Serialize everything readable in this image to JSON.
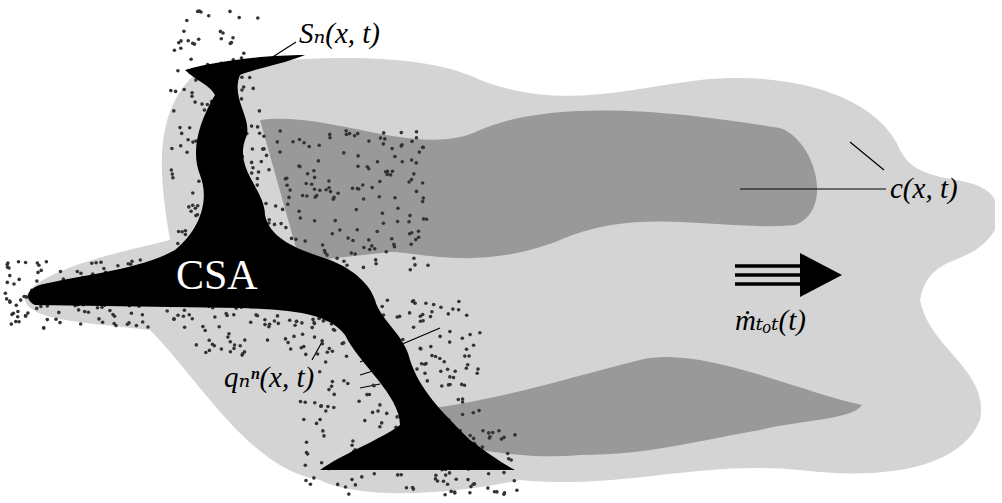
{
  "diagram": {
    "nodes": [
      {
        "text": [
          "CSA"
        ]
      }
    ],
    "labels": [
      "Sₙ(x, t)",
      "c(x, t)",
      "qₙⁿ(x, t)",
      "ṁₜₒₜ(t)"
    ]
  }
}
